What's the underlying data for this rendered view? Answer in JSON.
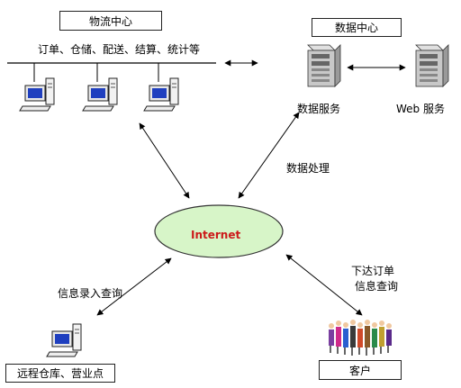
{
  "logistics_center": {
    "title": "物流中心",
    "functions": "订单、仓储、配送、结算、统计等"
  },
  "data_center": {
    "title": "数据中心",
    "db_server": "数据服务",
    "web_server": "Web 服务"
  },
  "internet": {
    "label": "Internet"
  },
  "edges": {
    "data_processing": "数据处理",
    "info_entry_query": "信息录入查询",
    "order_line1": "下达订单",
    "order_line2": "信息查询"
  },
  "remote": {
    "label": "远程仓库、营业点"
  },
  "customer": {
    "label": "客户"
  },
  "colors": {
    "internet_fill": "#d7f5c8",
    "internet_text": "#cc1a1a",
    "monitor_screen": "#1f3fbf",
    "server_body": "#c8c8c8"
  }
}
